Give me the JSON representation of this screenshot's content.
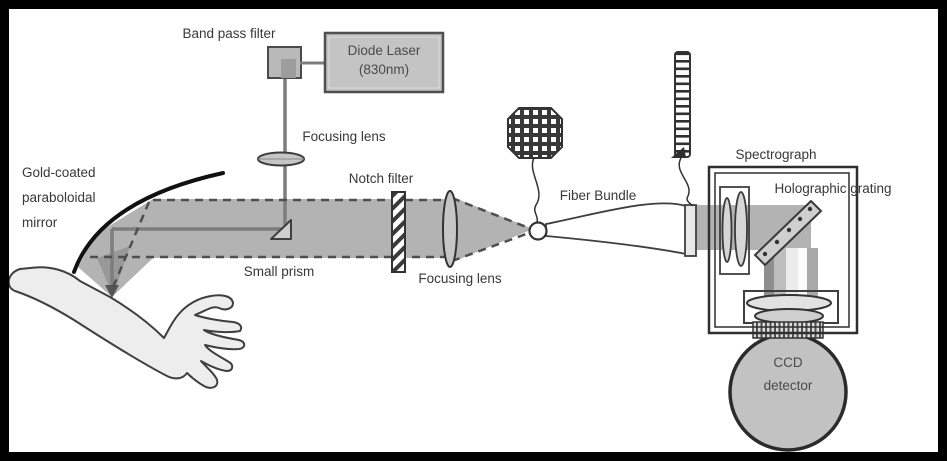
{
  "figure": {
    "type": "optical-schematic",
    "labels": {
      "band_pass_filter": "Band pass filter",
      "diode_laser_line1": "Diode Laser",
      "diode_laser_line2": "(830nm)",
      "focusing_lens_top": "Focusing lens",
      "notch_filter": "Notch filter",
      "mirror_line1": "Gold-coated",
      "mirror_line2": "paraboloidal",
      "mirror_line3": "mirror",
      "small_prism": "Small prism",
      "focusing_lens_mid": "Focusing lens",
      "fiber_bundle": "Fiber Bundle",
      "spectrograph": "Spectrograph",
      "holographic_grating": "Holographic grating",
      "ccd_line1": "CCD",
      "ccd_line2": "detector"
    },
    "colors": {
      "frame": "#000000",
      "beam_gray": "#b3b3b3",
      "component_gray": "#c6c6c6",
      "laser_beam_line": "#7d7d7d",
      "outline": "#3a3a3a",
      "label_text": "#383838",
      "arm_fill": "#ededed"
    }
  }
}
